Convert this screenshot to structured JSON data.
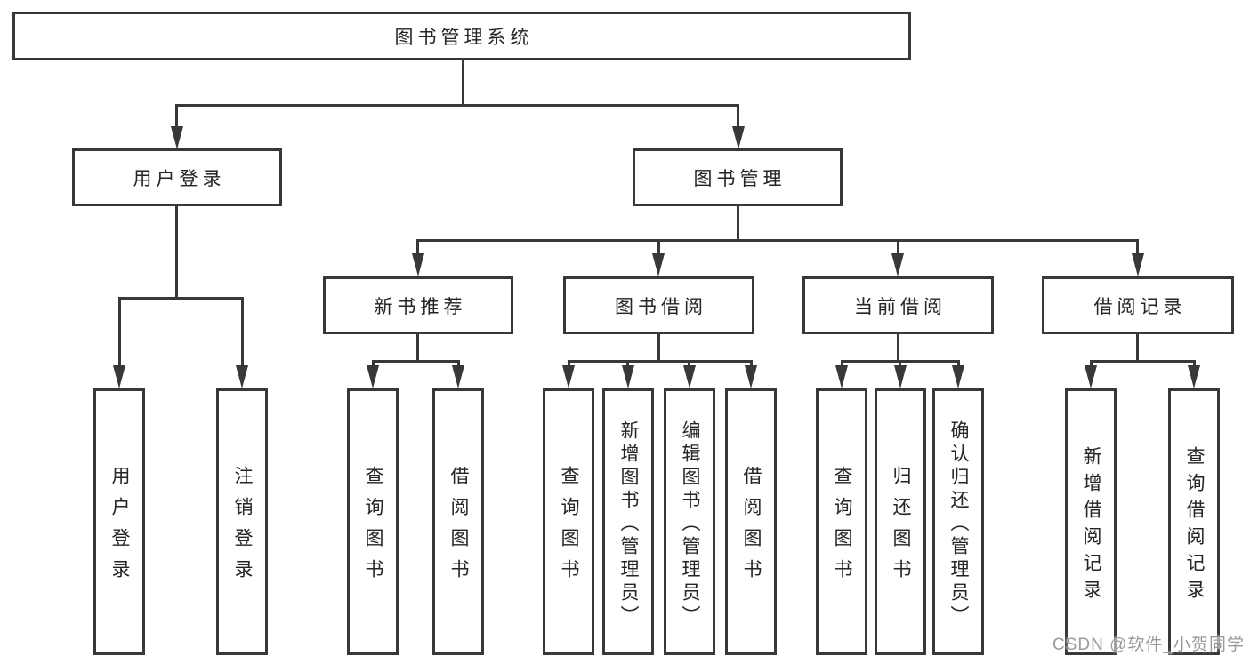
{
  "tree": {
    "label": "图书管理系统",
    "children": [
      {
        "label": "用户登录",
        "children": [
          {
            "label": "用户登录"
          },
          {
            "label": "注销登录"
          }
        ]
      },
      {
        "label": "图书管理",
        "children": [
          {
            "label": "新书推荐",
            "children": [
              {
                "label": "查询图书"
              },
              {
                "label": "借阅图书"
              }
            ]
          },
          {
            "label": "图书借阅",
            "children": [
              {
                "label": "查询图书"
              },
              {
                "label": "新增图书（管理员）"
              },
              {
                "label": "编辑图书（管理员）"
              },
              {
                "label": "借阅图书"
              }
            ]
          },
          {
            "label": "当前借阅",
            "children": [
              {
                "label": "查询图书"
              },
              {
                "label": "归还图书"
              },
              {
                "label": "确认归还（管理员）"
              }
            ]
          },
          {
            "label": "借阅记录",
            "children": [
              {
                "label": "新增借阅记录"
              },
              {
                "label": "查询借阅记录"
              }
            ]
          }
        ]
      }
    ]
  },
  "watermark": {
    "text": "CSDN @软件_小贺同学"
  },
  "colors": {
    "line": "#383838",
    "text": "#262626",
    "background": "#ffffff",
    "watermark": "#9a9a9a"
  }
}
